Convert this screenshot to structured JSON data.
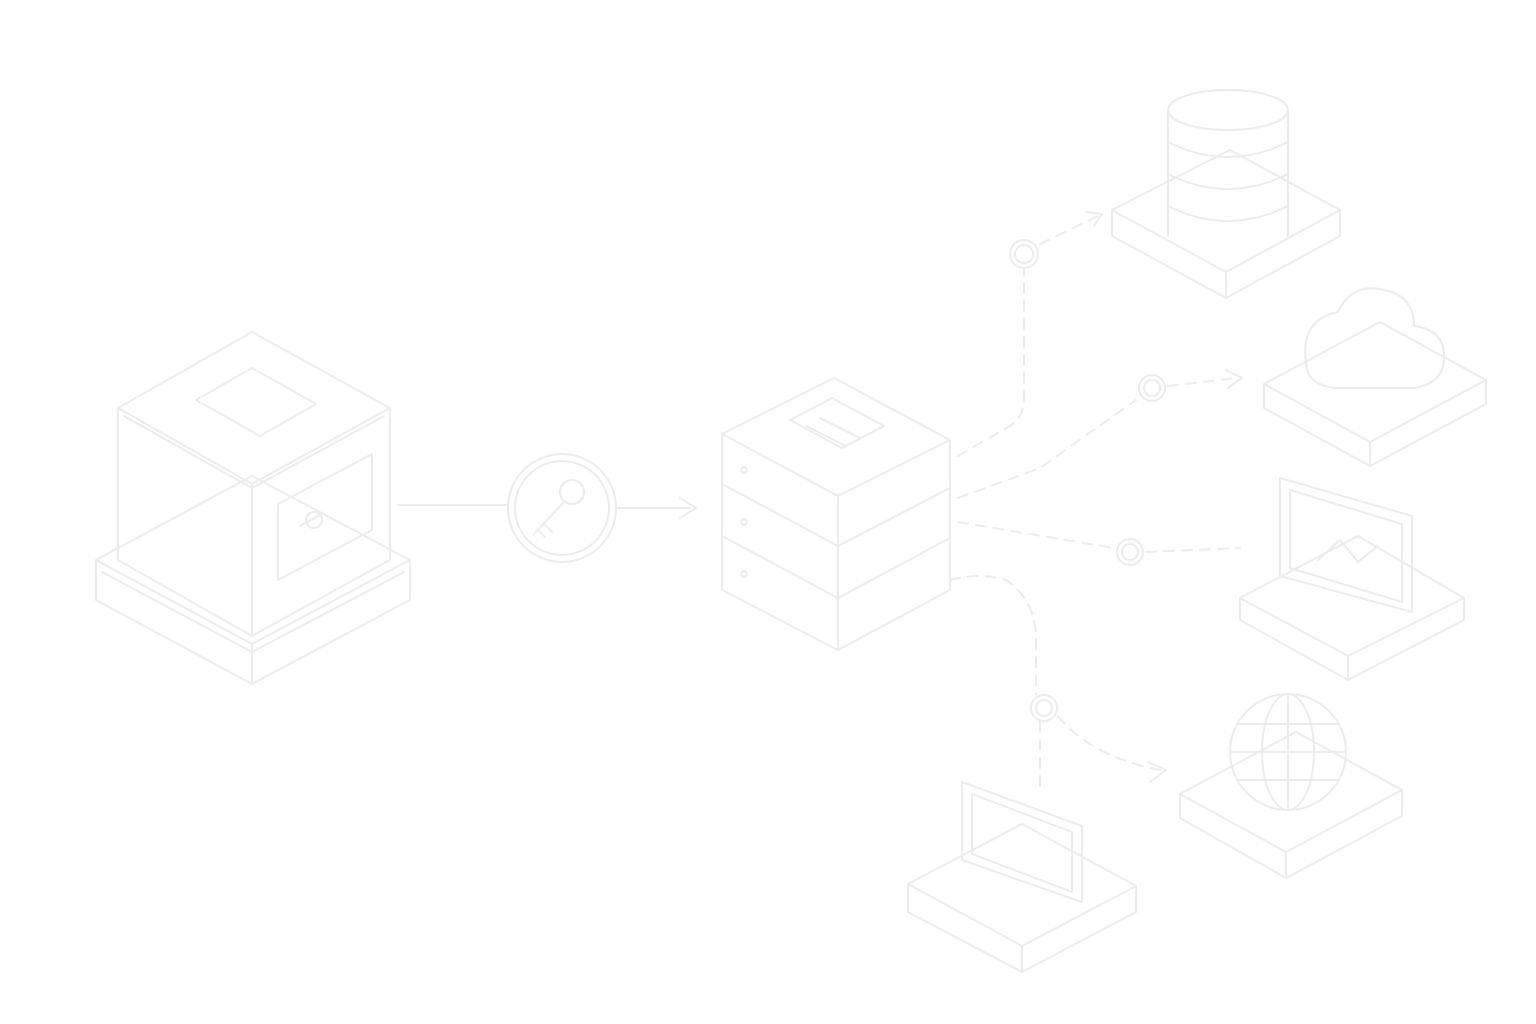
{
  "diagram": {
    "colors": {
      "background": "#ffffff",
      "line": "#ececec",
      "line_light": "#f3f3f3",
      "face_fill": "#ffffff"
    },
    "nodes": [
      {
        "id": "source-box",
        "icon": "cube-box-icon"
      },
      {
        "id": "connector-key",
        "icon": "key-icon"
      },
      {
        "id": "central-server",
        "icon": "server-stack-icon"
      },
      {
        "id": "database",
        "icon": "database-icon"
      },
      {
        "id": "cloud",
        "icon": "cloud-icon"
      },
      {
        "id": "monitor",
        "icon": "monitor-icon"
      },
      {
        "id": "globe",
        "icon": "globe-icon"
      },
      {
        "id": "laptop",
        "icon": "laptop-icon"
      }
    ],
    "edges": [
      {
        "from": "source-box",
        "to": "connector-key",
        "style": "solid"
      },
      {
        "from": "connector-key",
        "to": "central-server",
        "style": "solid-arrow"
      },
      {
        "from": "central-server",
        "to": "database",
        "style": "dashed-arrow"
      },
      {
        "from": "central-server",
        "to": "cloud",
        "style": "dashed-arrow"
      },
      {
        "from": "central-server",
        "to": "monitor",
        "style": "dashed-arrow"
      },
      {
        "from": "central-server",
        "to": "laptop",
        "style": "dashed"
      },
      {
        "from": "central-server",
        "to": "globe",
        "style": "dashed-arrow"
      }
    ]
  }
}
